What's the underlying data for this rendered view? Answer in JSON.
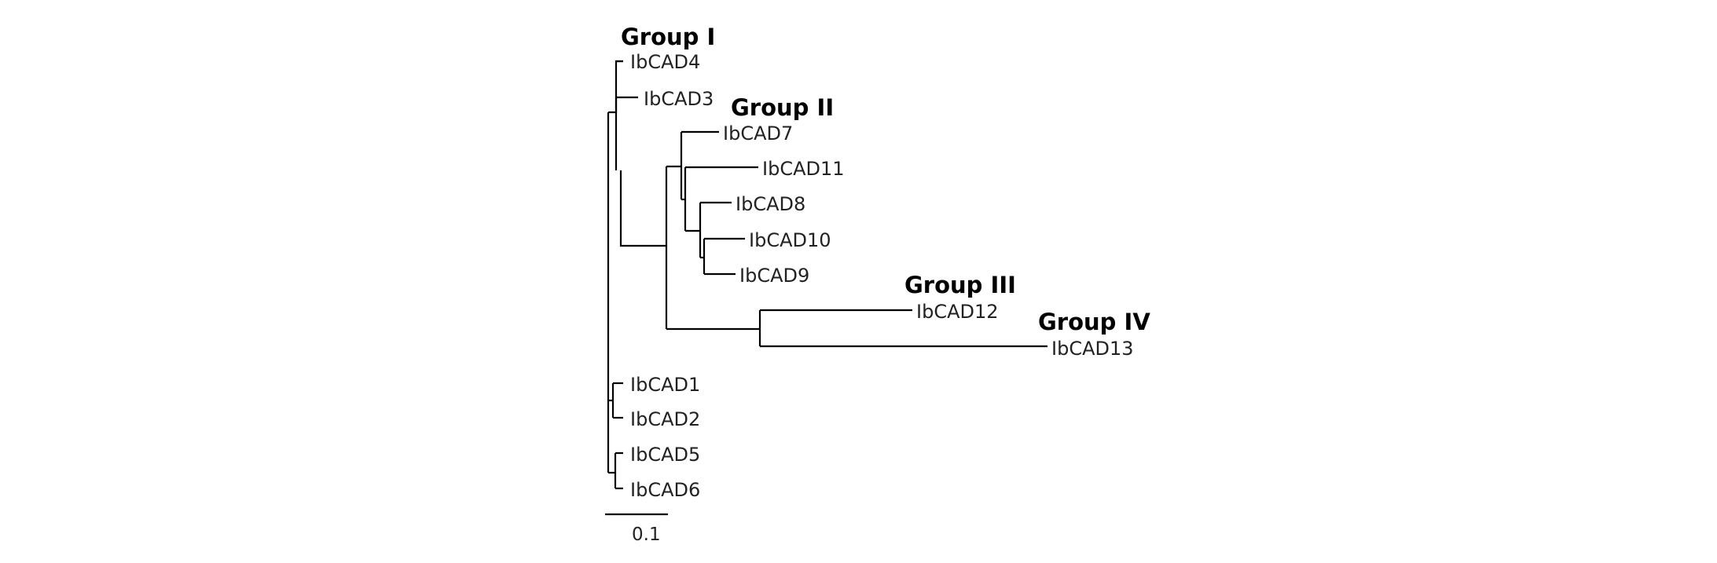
{
  "tree": {
    "groups": [
      {
        "name": "Group I"
      },
      {
        "name": "Group II"
      },
      {
        "name": "Group III"
      },
      {
        "name": "Group IV"
      }
    ],
    "leaves": [
      {
        "label": "IbCAD4"
      },
      {
        "label": "IbCAD3"
      },
      {
        "label": "IbCAD7"
      },
      {
        "label": "IbCAD11"
      },
      {
        "label": "IbCAD8"
      },
      {
        "label": "IbCAD10"
      },
      {
        "label": "IbCAD9"
      },
      {
        "label": "IbCAD12"
      },
      {
        "label": "IbCAD13"
      },
      {
        "label": "IbCAD1"
      },
      {
        "label": "IbCAD2"
      },
      {
        "label": "IbCAD5"
      },
      {
        "label": "IbCAD6"
      }
    ],
    "scale_bar": {
      "label": "0.1"
    }
  }
}
